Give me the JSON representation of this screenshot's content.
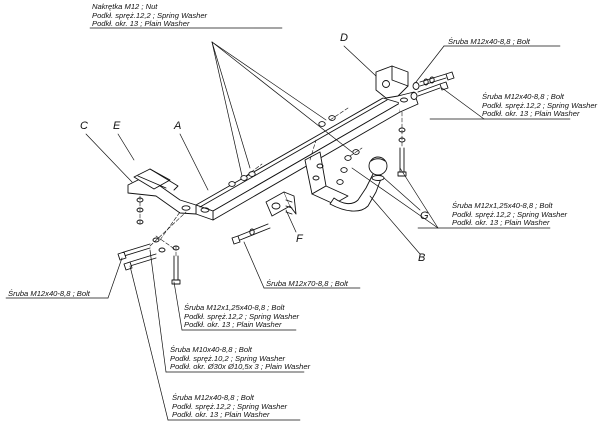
{
  "letters": {
    "a": "A",
    "b": "B",
    "c": "C",
    "d": "D",
    "e": "E",
    "f": "F",
    "g": "G"
  },
  "labels": {
    "nut": [
      "Nakrętka M12 ; Nut",
      "Podkł. spręż.12,2 ; Spring Washer",
      "Podkł. okr. 13 ; Plain Washer"
    ],
    "bolt_top_right": [
      "Śruba M12x40-8,8 ; Bolt"
    ],
    "bolt_right": [
      "Śruba M12x40-8,8 ; Bolt",
      "Podkł. spręż.12,2 ; Spring Washer",
      "Podkł. okr. 13 ; Plain Washer"
    ],
    "bolt_mid_right": [
      "Śruba M12x1,25x40-8,8 ; Bolt",
      "Podkł. spręż.12,2 ; Spring Washer",
      "Podkł. okr. 13 ; Plain Washer"
    ],
    "bolt_m12x70": [
      "Śruba M12x70-8,8 ; Bolt"
    ],
    "bolt_left": [
      "Śruba M12x40-8,8 ; Bolt"
    ],
    "bolt_m12x125_left": [
      "Śruba M12x1,25x40-8,8 ; Bolt",
      "Podkł. spręż.12,2 ; Spring Washer",
      "Podkł. okr. 13 ; Plain Washer"
    ],
    "bolt_m10": [
      "Śruba M10x40-8,8 ; Bolt",
      "Podkł. spręż.10,2 ; Spring Washer",
      "Podkł. okr. Ø30x Ø10,5x 3 ; Plain Washer"
    ],
    "bolt_bottom": [
      "Śruba M12x40-8,8 ; Bolt",
      "Podkł. spręż.12,2 ; Spring Washer",
      "Podkł. okr. 13 ; Plain Washer"
    ]
  }
}
